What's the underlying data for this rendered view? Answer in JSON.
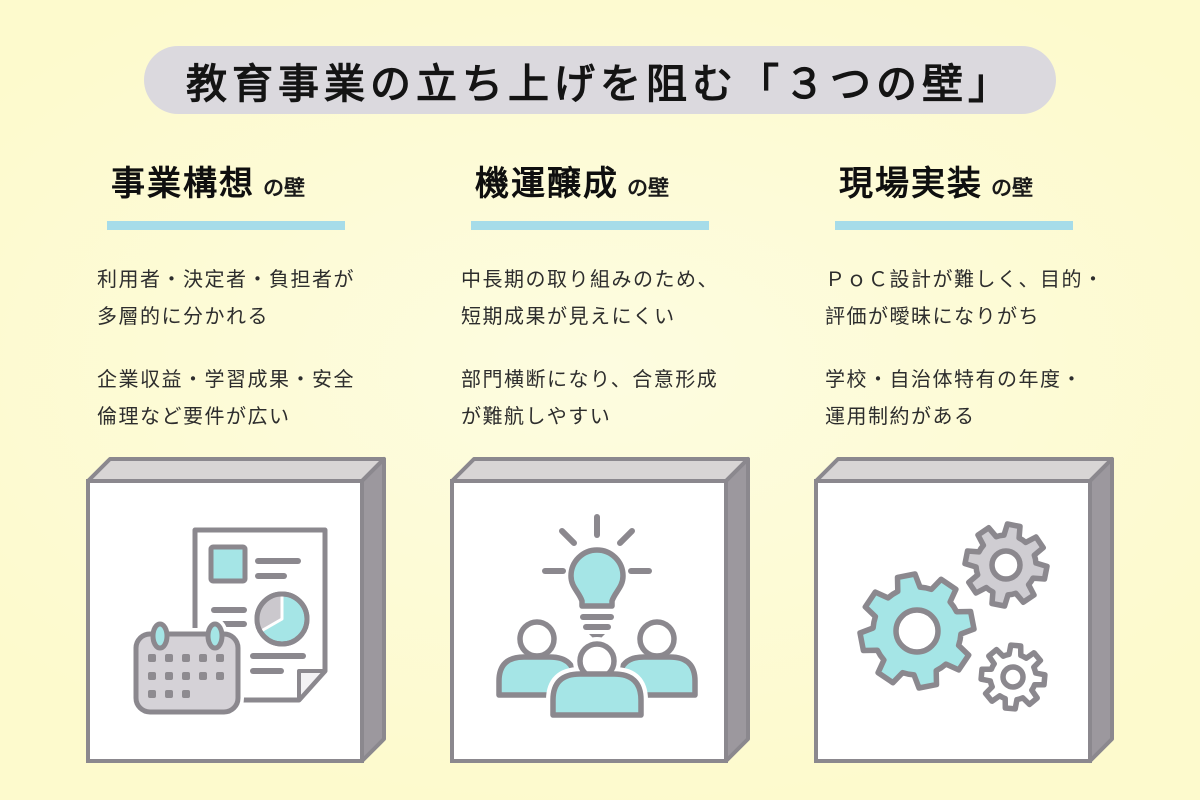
{
  "colors": {
    "background": "#FDFACD",
    "title_pill_bg": "#DBD9DE",
    "title_text": "#141414",
    "underline_cyan": "#A6DCE9",
    "icon_teal": "#A5E5E6",
    "icon_gray_stroke": "#8B888E",
    "icon_gray_fill": "#D5D2D7",
    "box_front": "#FFFFFF",
    "box_top": "#D8D5D5",
    "box_side": "#9C989E"
  },
  "title": {
    "text": "教育事業の立ち上げを阻む「３つの壁」"
  },
  "columns": [
    {
      "heading": "事業構想",
      "suffix": "の壁",
      "paragraphs": [
        {
          "lines": [
            "利用者・決定者・負担者が",
            "多層的に分かれる"
          ]
        },
        {
          "lines": [
            "企業収益・学習成果・安全",
            "倫理など要件が広い"
          ]
        }
      ],
      "icon": "document-calendar-pie-icon"
    },
    {
      "heading": "機運醸成",
      "suffix": "の壁",
      "paragraphs": [
        {
          "lines": [
            "中長期の取り組みのため、",
            "短期成果が見えにくい"
          ]
        },
        {
          "lines": [
            "部門横断になり、合意形成",
            "が難航しやすい"
          ]
        }
      ],
      "icon": "team-lightbulb-icon"
    },
    {
      "heading": "現場実装",
      "suffix": "の壁",
      "paragraphs": [
        {
          "lines": [
            "ＰｏＣ設計が難しく、目的・",
            "評価が曖昧になりがち"
          ]
        },
        {
          "lines": [
            "学校・自治体特有の年度・",
            "運用制約がある"
          ]
        }
      ],
      "icon": "gears-icon"
    }
  ]
}
